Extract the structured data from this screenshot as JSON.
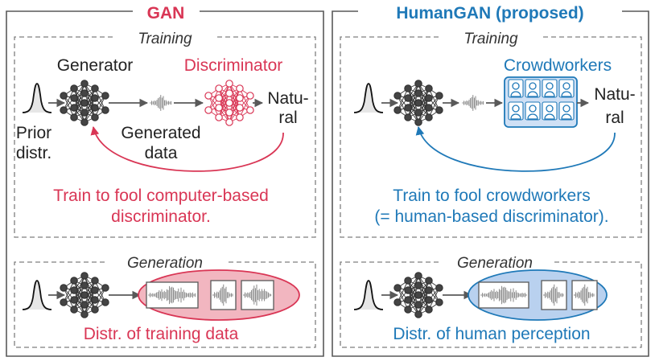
{
  "colors": {
    "gan": "#d93655",
    "humangan": "#1f79b8",
    "frame": "#595959",
    "dashed": "#7f7f7f",
    "text": "#222222",
    "wave": "#7a7a7a",
    "gan_fill": "#f2b6c0",
    "human_fill": "#b9d1ef"
  },
  "icons": [
    "gaussian-curve-icon",
    "neural-network-icon",
    "waveform-icon",
    "crowdworker-icon"
  ],
  "gan": {
    "title": "GAN",
    "training_title": "Training",
    "generator_label": "Generator",
    "discriminator_label": "Discriminator",
    "prior_line1": "Prior",
    "prior_line2": "distr.",
    "generated_line1": "Generated",
    "generated_line2": "data",
    "natural_line1": "Natu-",
    "natural_line2": "ral",
    "caption_line1": "Train to fool computer-based",
    "caption_line2": "discriminator.",
    "generation_title": "Generation",
    "generation_caption": "Distr. of training data"
  },
  "humangan": {
    "title": "HumanGAN (proposed)",
    "training_title": "Training",
    "crowdworkers_label": "Crowdworkers",
    "natural_line1": "Natu-",
    "natural_line2": "ral",
    "caption_line1": "Train to fool crowdworkers",
    "caption_line2": "(= human-based discriminator).",
    "generation_title": "Generation",
    "generation_caption": "Distr. of human perception"
  }
}
